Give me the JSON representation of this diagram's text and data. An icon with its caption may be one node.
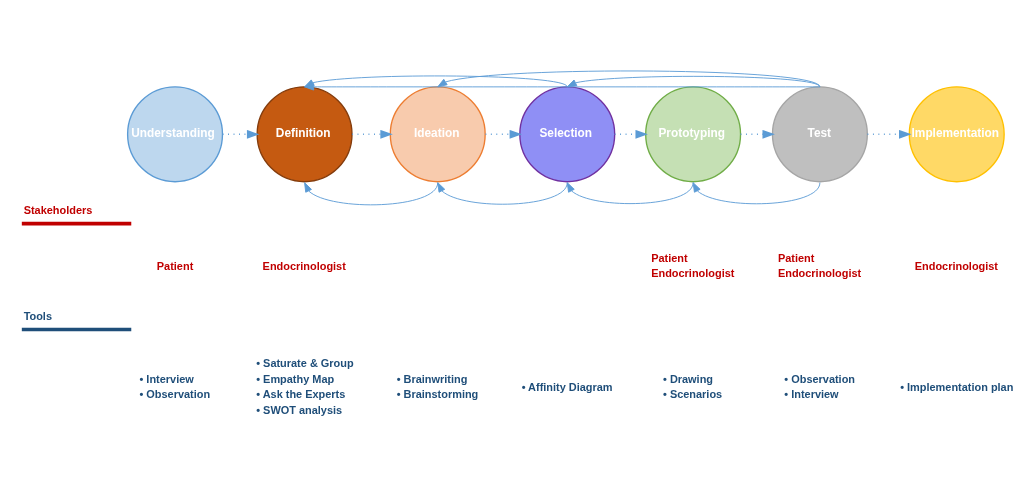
{
  "diagram": {
    "nodes": [
      {
        "text": [
          "Understanding"
        ]
      },
      {
        "text": [
          "Definition"
        ]
      },
      {
        "text": [
          "Ideation"
        ]
      },
      {
        "text": [
          "Selection"
        ]
      },
      {
        "text": [
          "Prototyping"
        ]
      },
      {
        "text": [
          "Test"
        ]
      },
      {
        "text": [
          "Implementation"
        ]
      }
    ],
    "edges": [
      {
        "from": 0,
        "to": 1,
        "arrow": "to",
        "style": "dashed"
      },
      {
        "from": 1,
        "to": 2,
        "arrow": "to",
        "style": "dashed"
      },
      {
        "from": 2,
        "to": 3,
        "arrow": "to",
        "style": "dashed"
      },
      {
        "from": 3,
        "to": 4,
        "arrow": "to",
        "style": "dashed"
      },
      {
        "from": 4,
        "to": 5,
        "arrow": "to",
        "style": "dashed"
      },
      {
        "from": 5,
        "to": 6,
        "arrow": "to",
        "style": "dashed"
      },
      {
        "from": 2,
        "to": 1,
        "arrow": "to"
      },
      {
        "from": 3,
        "to": 2,
        "arrow": "to"
      },
      {
        "from": 4,
        "to": 3,
        "arrow": "to"
      },
      {
        "from": 5,
        "to": 4,
        "arrow": "to"
      },
      {
        "from": 5,
        "to": 1,
        "arrow": "to"
      },
      {
        "from": 3,
        "to": 1,
        "arrow": "to"
      },
      {
        "from": 5,
        "to": 2,
        "arrow": "to"
      },
      {
        "from": 5,
        "to": 3,
        "arrow": "to"
      }
    ],
    "labels": [
      "Stakeholders",
      "Patient",
      "Endocrinologist",
      "Patient",
      "Endocrinologist",
      "Patient",
      "Endocrinologist",
      "Endocrinologist",
      "Tools",
      "• Interview",
      "• Observation",
      "• Saturate & Group",
      "• Empathy Map",
      "• Ask the Experts",
      "• SWOT analysis",
      "• Brainwriting",
      "• Brainstorming",
      "• Affinity Diagram",
      "• Drawing",
      "• Scenarios",
      "• Observation",
      "• Interview",
      "• Implementation plan"
    ]
  }
}
